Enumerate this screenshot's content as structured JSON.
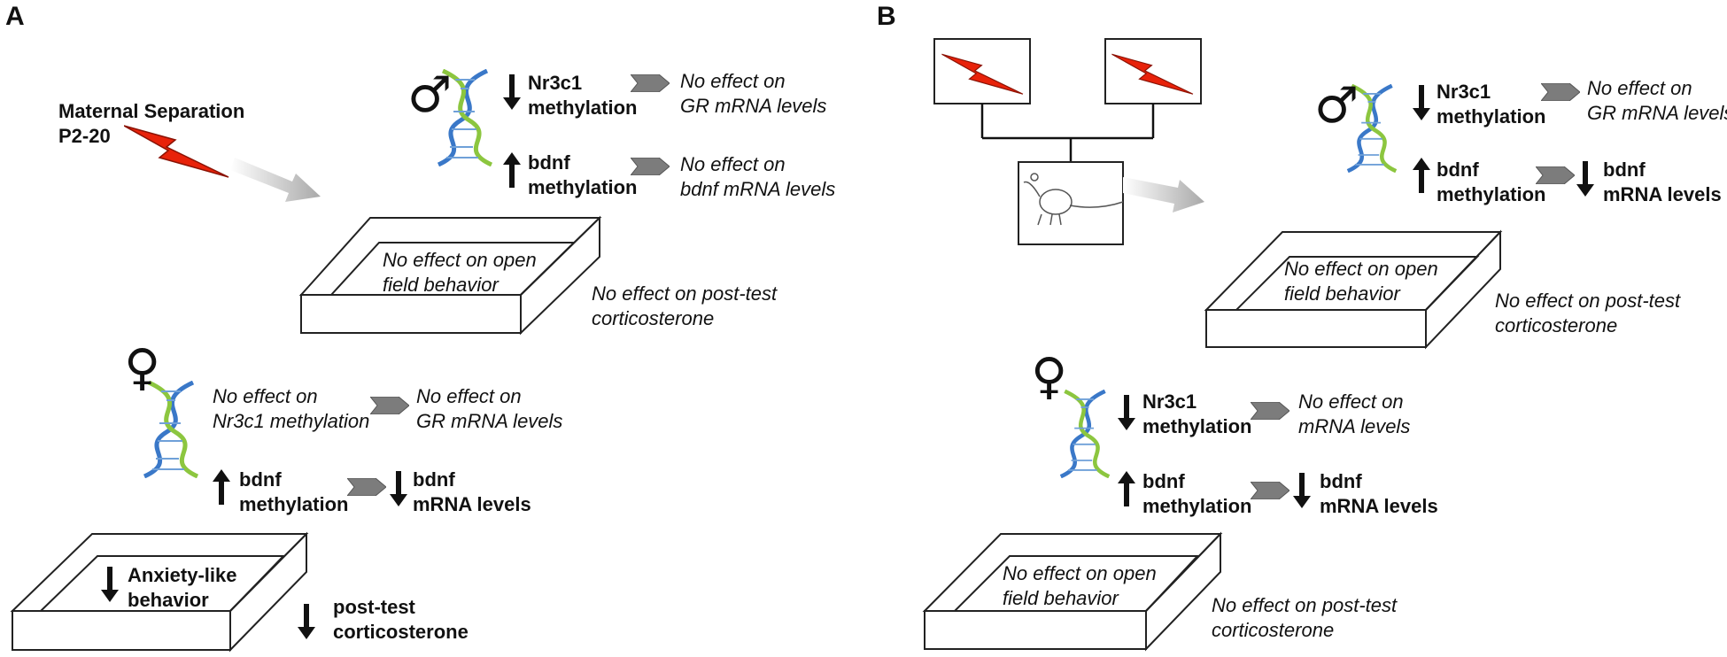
{
  "panel_a": {
    "label": "A",
    "stressor": [
      "Maternal Separation",
      "P2-20"
    ],
    "male": {
      "symbol": "♂",
      "nr3c1": [
        "Nr3c1",
        "methylation"
      ],
      "nr3c1_effect": [
        "No effect on",
        "GR mRNA levels"
      ],
      "bdnf": [
        "bdnf",
        "methylation"
      ],
      "bdnf_effect": [
        "No effect on",
        "bdnf mRNA levels"
      ],
      "box_text": [
        "No effect on open",
        "field behavior"
      ],
      "cort_text": [
        "No effect on post-test",
        "corticosterone"
      ]
    },
    "female": {
      "symbol": "♀",
      "nr3c1": [
        "No effect on",
        "Nr3c1 methylation"
      ],
      "nr3c1_effect": [
        "No effect on",
        "GR mRNA levels"
      ],
      "bdnf": [
        "bdnf",
        "methylation"
      ],
      "bdnf_effect": [
        "bdnf",
        "mRNA levels"
      ],
      "box_text": [
        "Anxiety-like",
        "behavior"
      ],
      "cort_text": [
        "post-test",
        "corticosterone"
      ]
    }
  },
  "panel_b": {
    "label": "B",
    "male": {
      "symbol": "♂",
      "nr3c1": [
        "Nr3c1",
        "methylation"
      ],
      "nr3c1_effect": [
        "No effect on",
        "GR mRNA levels"
      ],
      "bdnf": [
        "bdnf",
        "methylation"
      ],
      "bdnf_effect": [
        "bdnf",
        "mRNA levels"
      ],
      "box_text": [
        "No effect on open",
        "field behavior"
      ],
      "cort_text": [
        "No effect on post-test",
        "corticosterone"
      ]
    },
    "female": {
      "symbol": "♀",
      "nr3c1": [
        "Nr3c1",
        "methylation"
      ],
      "nr3c1_effect": [
        "No effect on",
        "mRNA levels"
      ],
      "bdnf": [
        "bdnf",
        "methylation"
      ],
      "bdnf_effect": [
        "bdnf",
        "mRNA levels"
      ],
      "box_text": [
        "No effect on open",
        "field behavior"
      ],
      "cort_text": [
        "No effect on post-test",
        "corticosterone"
      ]
    }
  },
  "colors": {
    "bolt": "#e8220a",
    "gray_arrow": "#8a8a8a",
    "dna_blue": "#3a78c8",
    "dna_green": "#8cc63f"
  },
  "icons": [
    "lightning-bolt-icon",
    "rat-icon",
    "dna-helix-icon",
    "gray-chevron-arrow-icon",
    "up-arrow-icon",
    "down-arrow-icon",
    "male-symbol-icon",
    "female-symbol-icon",
    "open-field-box-icon"
  ]
}
